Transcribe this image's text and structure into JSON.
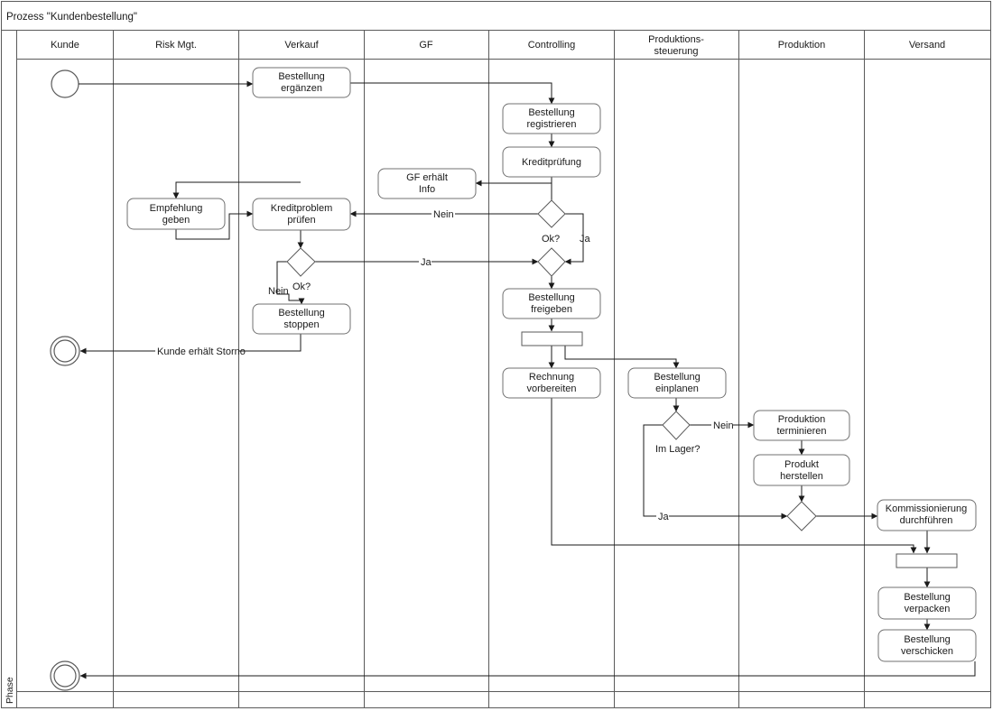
{
  "title": "Prozess \"Kundenbestellung\"",
  "phase_label": "Phase",
  "lanes": [
    {
      "name": "Kunde",
      "lines": [
        "Kunde"
      ]
    },
    {
      "name": "Risk Mgt.",
      "lines": [
        "Risk Mgt."
      ]
    },
    {
      "name": "Verkauf",
      "lines": [
        "Verkauf"
      ]
    },
    {
      "name": "GF",
      "lines": [
        "GF"
      ]
    },
    {
      "name": "Controlling",
      "lines": [
        "Controlling"
      ]
    },
    {
      "name": "Produktions-steuerung",
      "lines": [
        "Produktions-",
        "steuerung"
      ]
    },
    {
      "name": "Produktion",
      "lines": [
        "Produktion"
      ]
    },
    {
      "name": "Versand",
      "lines": [
        "Versand"
      ]
    }
  ],
  "tasks": {
    "bestellung_ergaenzen": [
      "Bestellung",
      "ergänzen"
    ],
    "bestellung_registrieren": [
      "Bestellung",
      "registrieren"
    ],
    "kreditpruefung": [
      "Kreditprüfung"
    ],
    "gf_erhaelt_info": [
      "GF erhält",
      "Info"
    ],
    "empfehlung_geben": [
      "Empfehlung",
      "geben"
    ],
    "kreditproblem_pruefen": [
      "Kreditproblem",
      "prüfen"
    ],
    "bestellung_stoppen": [
      "Bestellung",
      "stoppen"
    ],
    "bestellung_freigeben": [
      "Bestellung",
      "freigeben"
    ],
    "rechnung_vorbereiten": [
      "Rechnung",
      "vorbereiten"
    ],
    "bestellung_einplanen": [
      "Bestellung",
      "einplanen"
    ],
    "produktion_terminieren": [
      "Produktion",
      "terminieren"
    ],
    "produkt_herstellen": [
      "Produkt",
      "herstellen"
    ],
    "kommissionierung_durchfuehren": [
      "Kommissionierung",
      "durchführen"
    ],
    "bestellung_verpacken": [
      "Bestellung",
      "verpacken"
    ],
    "bestellung_verschicken": [
      "Bestellung",
      "verschicken"
    ]
  },
  "labels": {
    "nein": "Nein",
    "ja": "Ja",
    "ok": "Ok?",
    "im_lager": "Im Lager?",
    "kunde_erhaelt_storno": "Kunde erhält Storno"
  },
  "colors": {
    "line": "#5a5a5a",
    "task_border": "#707070",
    "header_bg": "#ffffff",
    "text": "#1a1a1a"
  }
}
